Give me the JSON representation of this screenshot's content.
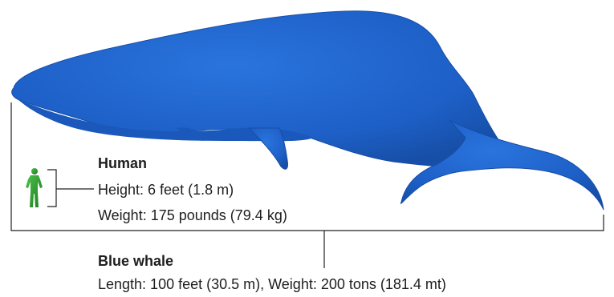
{
  "human": {
    "title": "Human",
    "height": "Height: 6 feet (1.8 m)",
    "weight": "Weight: 175 pounds (79.4 kg)",
    "icon": "human-figure-icon",
    "color": "#2e8b2e"
  },
  "whale": {
    "title": "Blue whale",
    "details": "Length: 100 feet (30.5 m), Weight: 200 tons (181.4 mt)",
    "icon": "blue-whale-silhouette",
    "color": "#1f63c8"
  }
}
